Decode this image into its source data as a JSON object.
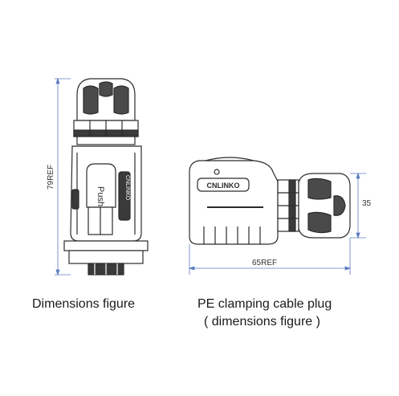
{
  "dimensions": {
    "height_label": "79REF",
    "width_label": "65REF",
    "diameter_label": "35"
  },
  "device": {
    "push_label": "Push",
    "brand_label": "CNLINKO"
  },
  "captions": {
    "left": "Dimensions figure",
    "right_line1": "PE  clamping cable plug",
    "right_line2": "( dimensions figure )"
  },
  "colors": {
    "dimension_line": "#5b7bc0",
    "outline": "#2b2b2b",
    "body_fill": "#ffffff",
    "dark_fill": "#3a3a3a"
  }
}
